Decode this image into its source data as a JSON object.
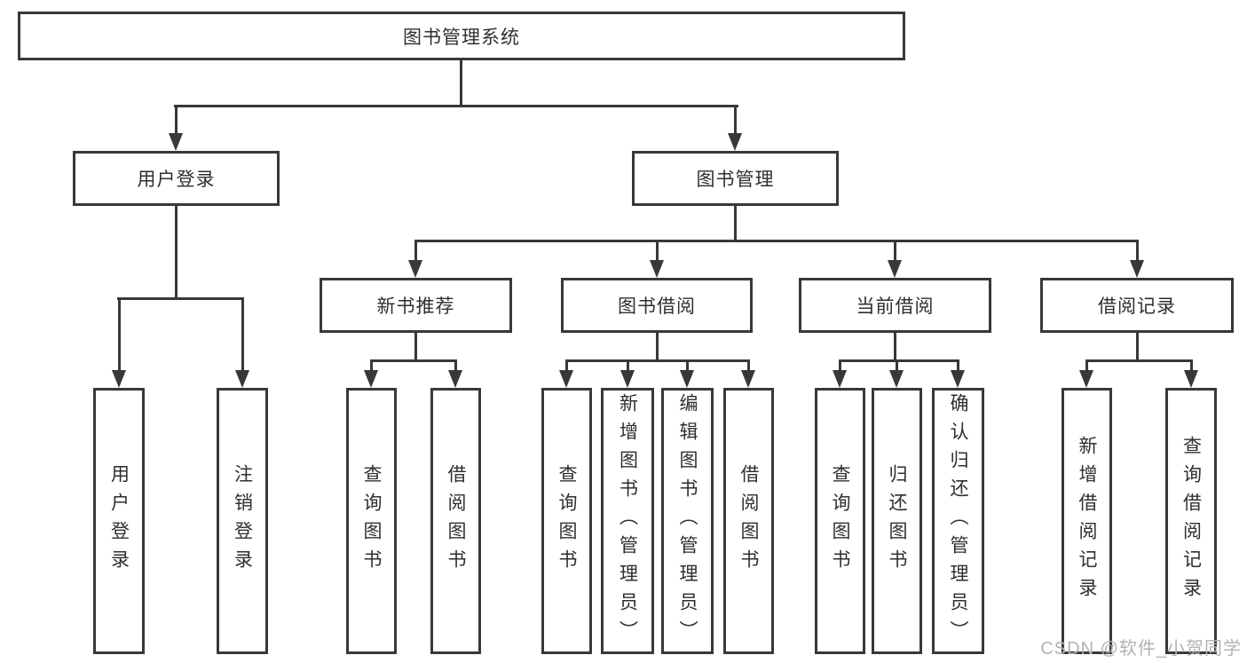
{
  "diagram": {
    "title": "图书管理系统",
    "colors": {
      "line": "#383838",
      "box_border": "#383838",
      "box_fill": "#ffffff",
      "text": "#2f2f2f",
      "watermark": "#b2b2b2",
      "background": "#ffffff"
    },
    "nodes": {
      "root": "图书管理系统",
      "user_login": "用户登录",
      "book_mgmt": "图书管理",
      "user_login_children": [
        "用户登录",
        "注销登录"
      ],
      "new_book": "新书推荐",
      "book_borrow": "图书借阅",
      "current_borrow": "当前借阅",
      "borrow_record": "借阅记录",
      "new_book_children": [
        "查询图书",
        "借阅图书"
      ],
      "book_borrow_children": [
        "查询图书",
        "新增图书（管理员）",
        "编辑图书（管理员）",
        "借阅图书"
      ],
      "current_borrow_children": [
        "查询图书",
        "归还图书",
        "确认归还（管理员）"
      ],
      "borrow_record_children": [
        "新增借阅记录",
        "查询借阅记录"
      ]
    },
    "watermark": "CSDN @软件_小贺同学"
  }
}
